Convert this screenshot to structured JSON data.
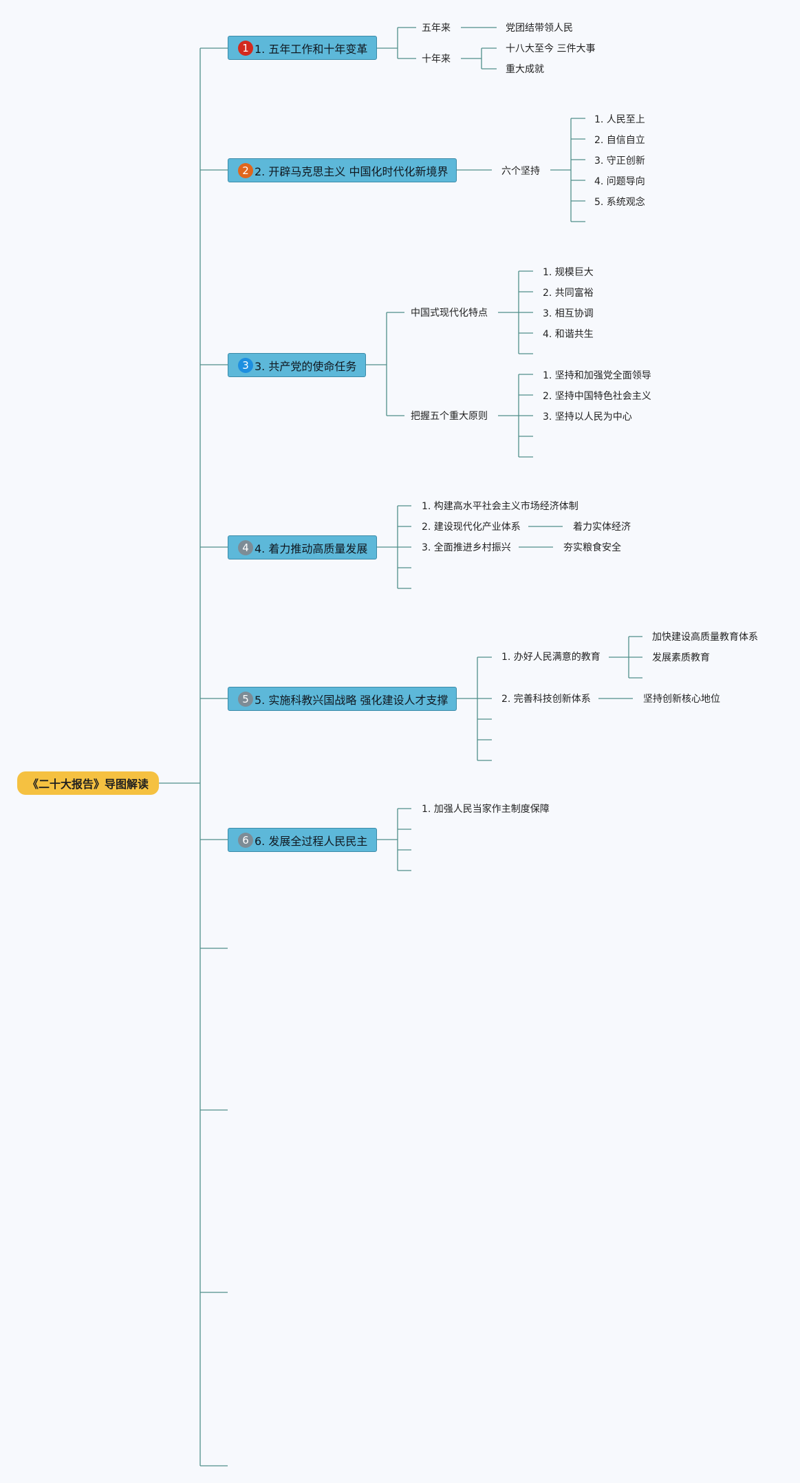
{
  "root": {
    "label": "《二十大报告》导图解读"
  },
  "colors": {
    "line": "#4f8f8a",
    "root_bg": "#f5c141",
    "topic_bg": "#5db8d9",
    "badge_1": "#d32a1e",
    "badge_2": "#e0661d",
    "badge_3": "#1e8fe0",
    "badge_muted": "#7d8c96"
  },
  "topics": [
    {
      "badge": "1",
      "label": "1. 五年工作和十年变革"
    },
    {
      "badge": "2",
      "label": "2. 开辟马克思主义 中国化时代化新境界"
    },
    {
      "badge": "3",
      "label": "3. 共产党的使命任务"
    },
    {
      "badge": "4",
      "label": "4. 着力推动高质量发展"
    },
    {
      "badge": "5",
      "label": "5. 实施科教兴国战略 强化建设人才支撑"
    },
    {
      "badge": "6",
      "label": "6. 发展全过程人民民主"
    }
  ],
  "t1": {
    "wunian": "五年来",
    "wunian_child": "党团结带领人民",
    "shinian": "十年来",
    "shinian_children": [
      "十八大至今 三件大事",
      "重大成就"
    ]
  },
  "t2": {
    "label": "六个坚持",
    "children": [
      "1. 人民至上",
      "2. 自信自立",
      "3. 守正创新",
      "4. 问题导向",
      "5. 系统观念"
    ]
  },
  "t3": {
    "a_label": "中国式现代化特点",
    "a_children": [
      "1. 规模巨大",
      "2. 共同富裕",
      "3. 相互协调",
      "4. 和谐共生"
    ],
    "b_label": "把握五个重大原则",
    "b_children": [
      "1. 坚持和加强党全面领导",
      "2. 坚持中国特色社会主义",
      "3. 坚持以人民为中心"
    ]
  },
  "t4": {
    "children": [
      "1. 构建高水平社会主义市场经济体制",
      "2. 建设现代化产业体系",
      "3. 全面推进乡村振兴"
    ],
    "c2_child": "着力实体经济",
    "c3_child": "夯实粮食安全"
  },
  "t5": {
    "a_label": "1. 办好人民满意的教育",
    "a_children": [
      "加快建设高质量教育体系",
      "发展素质教育"
    ],
    "b_label": "2. 完善科技创新体系",
    "b_child": "坚持创新核心地位"
  },
  "t6": {
    "children": [
      "1. 加强人民当家作主制度保障"
    ]
  }
}
